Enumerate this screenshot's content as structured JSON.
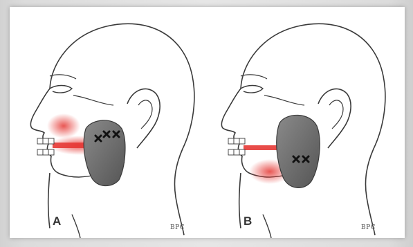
{
  "panels": [
    {
      "letter": "A",
      "signature": "BPC"
    },
    {
      "letter": "B",
      "signature": "BPC"
    }
  ],
  "colors": {
    "outline": "#3a3a3a",
    "muscle": "#6e6e6e",
    "referred_pain": "#e53935",
    "trigger_point": "#111111",
    "background": "#ffffff"
  }
}
